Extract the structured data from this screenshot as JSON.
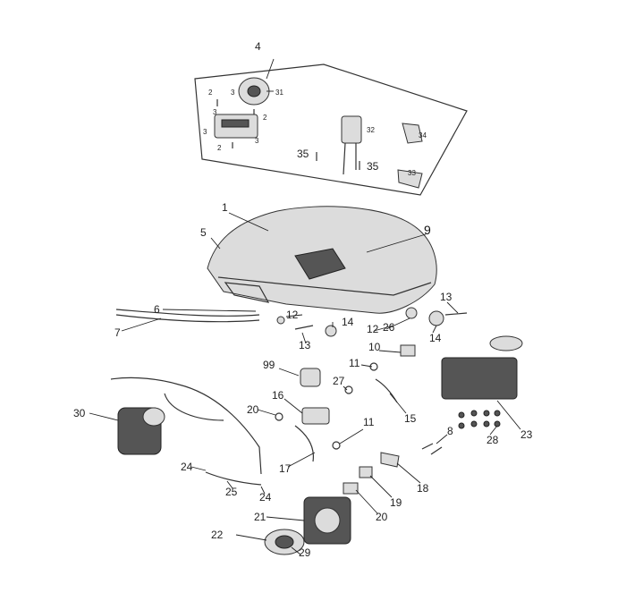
{
  "diagram": {
    "type": "exploded-parts-diagram",
    "callouts": {
      "c1": "1",
      "c2a": "2",
      "c2b": "2",
      "c2c": "2",
      "c3a": "3",
      "c3b": "3",
      "c3c": "3",
      "c3d": "3",
      "c4": "4",
      "c5": "5",
      "c6": "6",
      "c7": "7",
      "c8": "8",
      "c9": "9",
      "c99": "99",
      "c10": "10",
      "c11a": "11",
      "c11b": "11",
      "c12a": "12",
      "c12b": "12",
      "c13a": "13",
      "c13b": "13",
      "c14a": "14",
      "c14b": "14",
      "c15": "15",
      "c16": "16",
      "c17": "17",
      "c18": "18",
      "c19": "19",
      "c20": "20",
      "c20b": "20",
      "c21": "21",
      "c22": "22",
      "c23": "23",
      "c24a": "24",
      "c24b": "24",
      "c25": "25",
      "c26": "26",
      "c27": "27",
      "c28": "28",
      "c29": "29",
      "c30": "30",
      "c31": "31",
      "c32": "32",
      "c33": "33",
      "c34": "34",
      "c35a": "35",
      "c35b": "35"
    }
  }
}
